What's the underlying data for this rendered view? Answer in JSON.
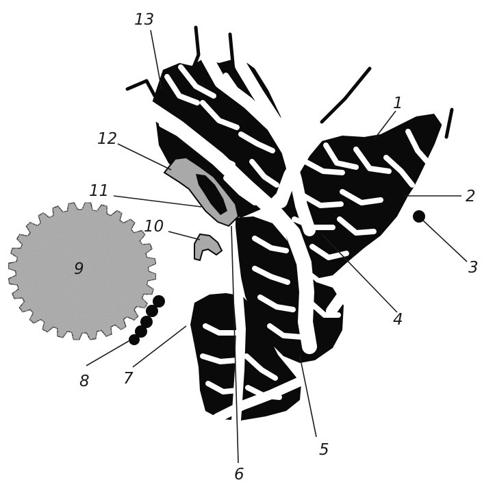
{
  "labels": [
    "1",
    "2",
    "3",
    "4",
    "5",
    "6",
    "7",
    "8",
    "9",
    "10",
    "11",
    "12",
    "13"
  ],
  "colors": {
    "tissue": "#0a0a0a",
    "body_gray": "#a9a9a9",
    "paper": "#ffffff"
  }
}
